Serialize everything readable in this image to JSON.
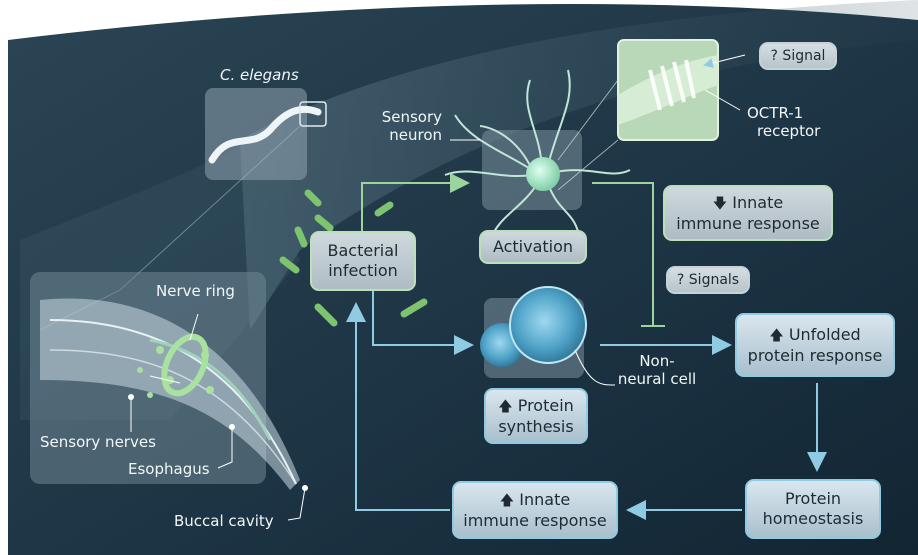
{
  "labels": {
    "organism": "C. elegans",
    "sensory_neuron": [
      "Sensory",
      "neuron"
    ],
    "receptor": [
      "OCTR-1",
      "receptor"
    ],
    "nerve_ring": "Nerve ring",
    "sensory_nerves": "Sensory nerves",
    "esophagus": "Esophagus",
    "buccal_cavity": "Buccal cavity",
    "non_neural_cell": [
      "Non-",
      "neural cell"
    ]
  },
  "boxes": {
    "bacterial_infection": [
      "Bacterial",
      "infection"
    ],
    "activation": "Activation",
    "signal": "? Signal",
    "signals": "? Signals",
    "innate_down": [
      "Innate",
      "immune response"
    ],
    "protein_synthesis": [
      "Protein",
      "synthesis"
    ],
    "unfolded_protein": [
      "Unfolded",
      "protein response"
    ],
    "protein_homeostasis": [
      "Protein",
      "homeostasis"
    ],
    "innate_up": [
      "Innate",
      "immune response"
    ]
  },
  "glyphs": {
    "up_arrow": "🡅",
    "down_arrow": "🡇"
  },
  "colors": {
    "background_dark": "#1e3545",
    "green_arrow": "#9bd49f",
    "blue_arrow": "#8fcbe2",
    "neuron_green": "#a7e3c5",
    "cell_blue": "#4fa3c8"
  }
}
